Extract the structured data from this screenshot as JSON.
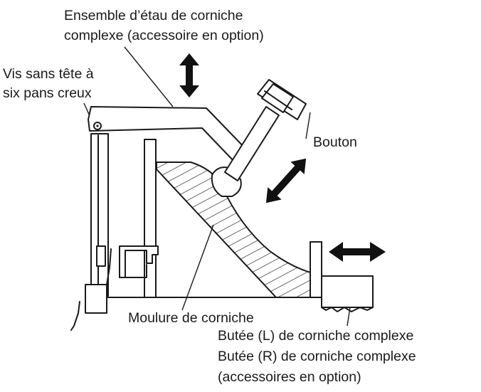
{
  "labels": {
    "clamp_assembly": [
      "Ensemble d’étau de corniche",
      "complexe (accessoire en option)"
    ],
    "set_screw": [
      "Vis sans tête à",
      "six pans creux"
    ],
    "knob": "Bouton",
    "crown_molding": "Moulure de corniche",
    "stopper": [
      "Butée (L) de corniche complexe",
      "Butée (R) de corniche complexe",
      "(accessoires en option)"
    ]
  },
  "colors": {
    "line": "#1a1a1a",
    "arrow": "#111111",
    "background": "#ffffff"
  }
}
